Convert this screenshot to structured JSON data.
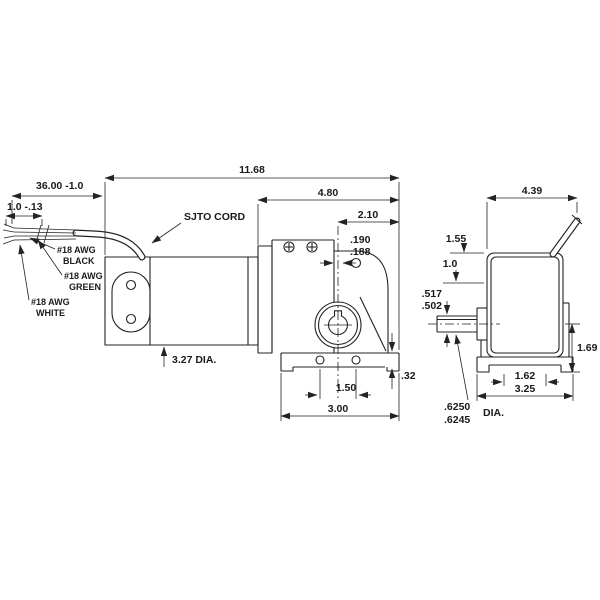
{
  "colors": {
    "background": "#ffffff",
    "line": "#232323"
  },
  "side_view": {
    "overall_length": "11.68",
    "gearhead_length": "4.80",
    "shaft_to_end": "2.10",
    "keyway_width_max": ".190",
    "keyway_width_min": ".188",
    "cord_length": "36.00 -1.0",
    "strip_length": "1.0 -.13",
    "cord_type": "SJTO CORD",
    "wire_black_gauge": "#18 AWG",
    "wire_black_color": "BLACK",
    "wire_green_gauge": "#18 AWG",
    "wire_green_color": "GREEN",
    "wire_white_gauge": "#18 AWG",
    "wire_white_color": "WHITE",
    "motor_diameter": "3.27 DIA.",
    "base_thickness": ".32",
    "mount_hole_spacing": "1.50",
    "base_width": "3.00"
  },
  "end_view": {
    "overall_width": "4.39",
    "top_offset": "1.55",
    "center_offset": "1.0",
    "key_flat_max": ".517",
    "key_flat_min": ".502",
    "shaft_center_height": "1.69",
    "mount_hole_spacing": "1.62",
    "base_width": "3.25",
    "shaft_dia_max": ".6250",
    "shaft_dia_min": ".6245",
    "shaft_dia_label": "DIA."
  }
}
